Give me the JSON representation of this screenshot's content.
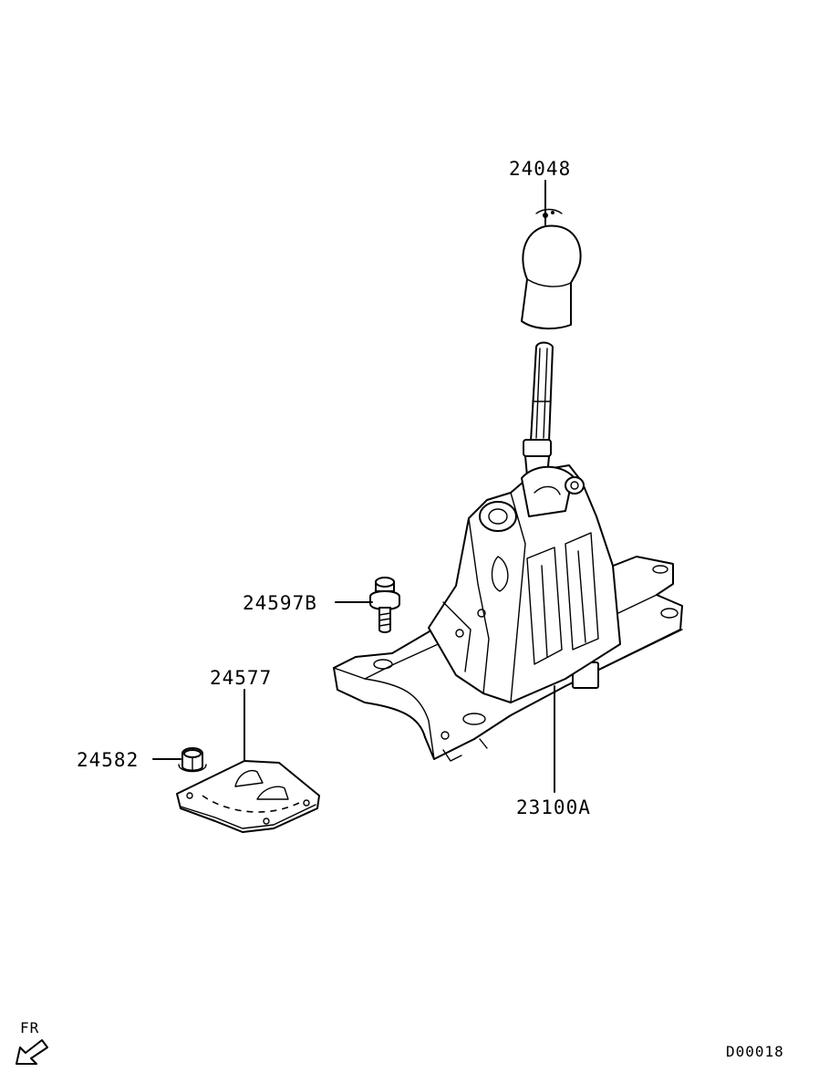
{
  "parts": [
    {
      "number": "24048"
    },
    {
      "number": "24597B"
    },
    {
      "number": "24577"
    },
    {
      "number": "24582"
    },
    {
      "number": "23100A"
    }
  ],
  "orientation": {
    "label": "FR"
  },
  "diagram_code": "D00018"
}
